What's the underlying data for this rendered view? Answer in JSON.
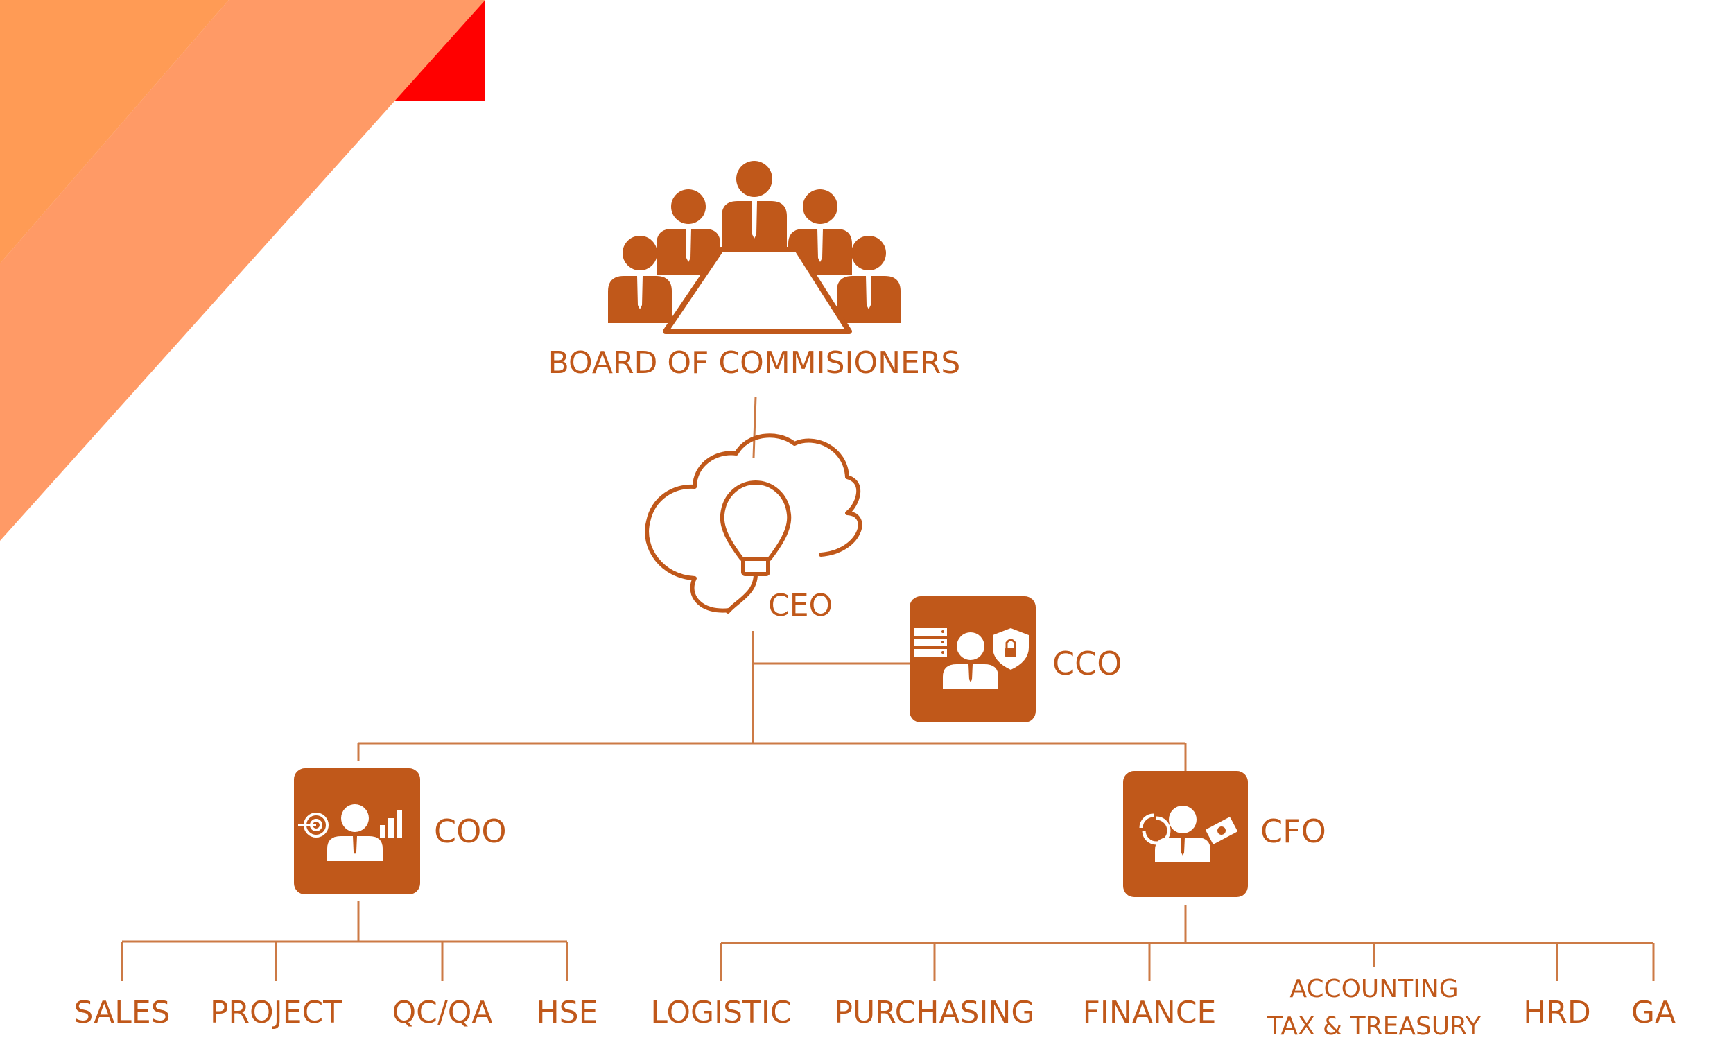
{
  "colors": {
    "accent": "#c0581a",
    "line": "#cc7a45",
    "deco_orange": "#ff9b55",
    "deco_salmon": "#ff9a66",
    "deco_red": "#ff0000"
  },
  "board": {
    "label": "BOARD OF COMMISIONERS",
    "icon": "board-meeting-icon"
  },
  "ceo": {
    "label": "CEO",
    "icon": "cloud-lightbulb-icon"
  },
  "cco": {
    "label": "CCO",
    "icon": "cco-user-server-shield-icon"
  },
  "coo": {
    "label": "COO",
    "icon": "coo-user-target-chart-icon"
  },
  "cfo": {
    "label": "CFO",
    "icon": "cfo-user-pie-money-icon"
  },
  "coo_departments": [
    "SALES",
    "PROJECT",
    "QC/QA",
    "HSE"
  ],
  "cfo_departments": [
    "LOGISTIC",
    "PURCHASING",
    "FINANCE",
    "ACCOUNTING",
    "HRD",
    "GA"
  ],
  "accounting_subline": "TAX & TREASURY"
}
